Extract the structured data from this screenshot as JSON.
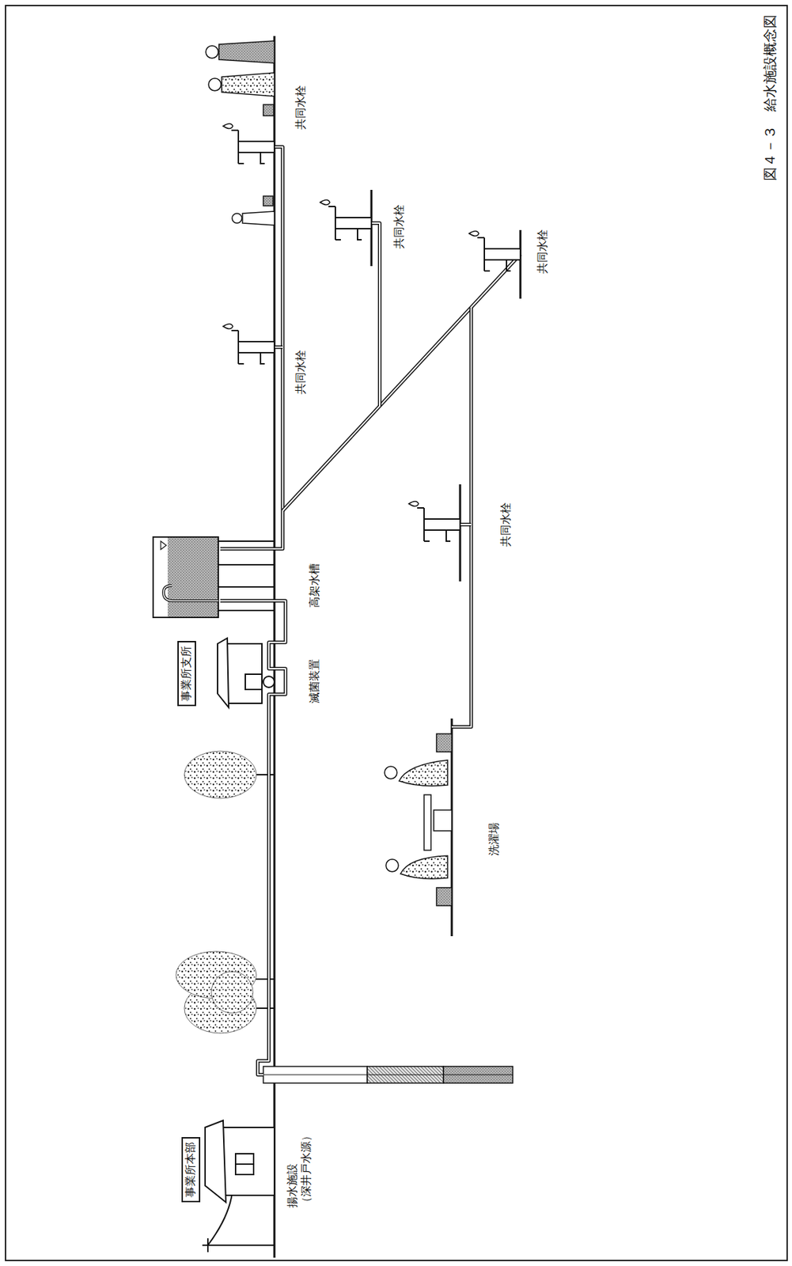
{
  "diagram": {
    "caption": "図４－３　給水施設概念図",
    "nodes": [
      {
        "text": [
          "事業所本部"
        ]
      },
      {
        "text": [
          "事業所支所"
        ]
      }
    ],
    "labels": [
      "揚水施設 （深井戸水源）",
      "滅菌装置",
      "高架水槽",
      "共同水栓",
      "共同水栓",
      "共同水栓",
      "共同水栓",
      "共同水栓",
      "洗濯場"
    ]
  }
}
